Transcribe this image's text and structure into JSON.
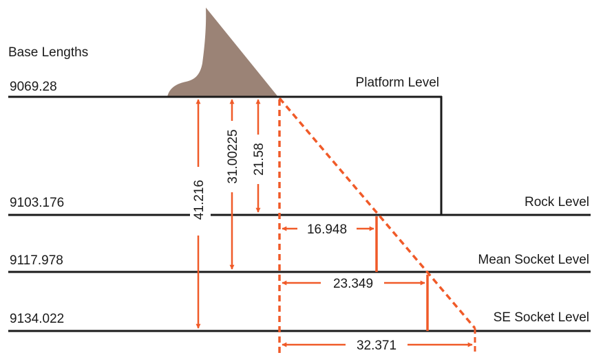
{
  "header": {
    "title": "Base Lengths"
  },
  "levels": [
    {
      "id": "platform",
      "name": "Platform Level",
      "base_length": "9069.28"
    },
    {
      "id": "rock",
      "name": "Rock Level",
      "base_length": "9103.176"
    },
    {
      "id": "mean",
      "name": "Mean Socket Level",
      "base_length": "9117.978"
    },
    {
      "id": "se",
      "name": "SE Socket Level",
      "base_length": "9134.022"
    }
  ],
  "vertical_dimensions": {
    "to_rock": "21.58",
    "to_mean": "31.00225",
    "to_se": "41.216"
  },
  "horizontal_dimensions": {
    "at_rock": "16.948",
    "at_mean": "23.349",
    "at_se": "32.371"
  },
  "colors": {
    "accent": "#f05a28",
    "line": "#1a1a1a",
    "rock_shape": "#9b8376"
  }
}
